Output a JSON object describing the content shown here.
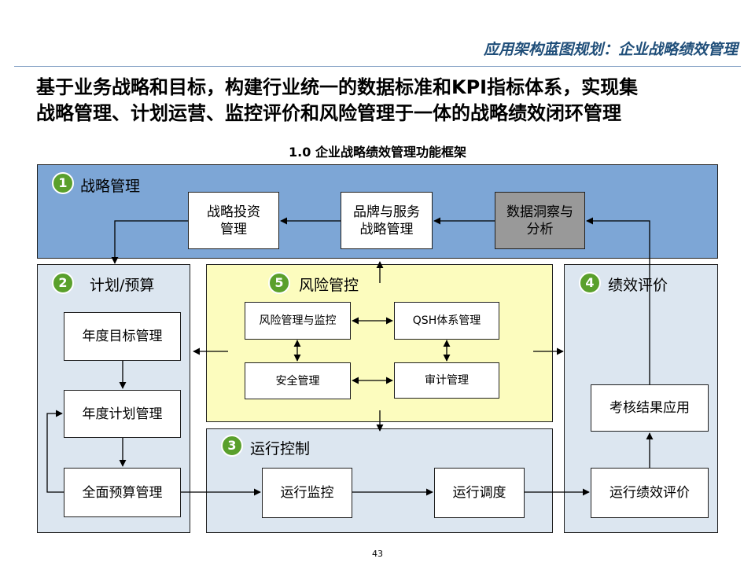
{
  "header": {
    "title": "应用架构蓝图规划：企业战略绩效管理"
  },
  "headline": {
    "line1": "基于业务战略和目标，构建行业统一的数据标准和KPI指标体系，实现集",
    "line2": "战略管理、计划运营、监控评价和风险管理于一体的战略绩效闭环管理"
  },
  "framework_title": "1.0 企业战略绩效管理功能框架",
  "panels": {
    "strategy": {
      "num": "1",
      "title": "战略管理",
      "color": "#7da6d6",
      "boxes": {
        "invest": "战略投资\n管理",
        "brand": "品牌与服务\n战略管理",
        "insight": "数据洞察与\n分析"
      }
    },
    "plan": {
      "num": "2",
      "title": "计划/预算",
      "boxes": {
        "annual_goal": "年度目标管理",
        "annual_plan": "年度计划管理",
        "budget": "全面预算管理"
      }
    },
    "run": {
      "num": "3",
      "title": "运行控制",
      "boxes": {
        "monitor": "运行监控",
        "dispatch": "运行调度"
      }
    },
    "eval": {
      "num": "4",
      "title": "绩效评价",
      "boxes": {
        "result_apply": "考核结果应用",
        "run_eval": "运行绩效评价"
      }
    },
    "risk": {
      "num": "5",
      "title": "风险管控",
      "color": "#fcfcbe",
      "boxes": {
        "risk_mgmt": "风险管理与监控",
        "qsh": "QSH体系管理",
        "safety": "安全管理",
        "audit": "审计管理"
      }
    }
  },
  "colors": {
    "badge": "#5aa02c",
    "panel_light": "#dce6f0",
    "header_text": "#1f4e79"
  },
  "page_number": "43"
}
